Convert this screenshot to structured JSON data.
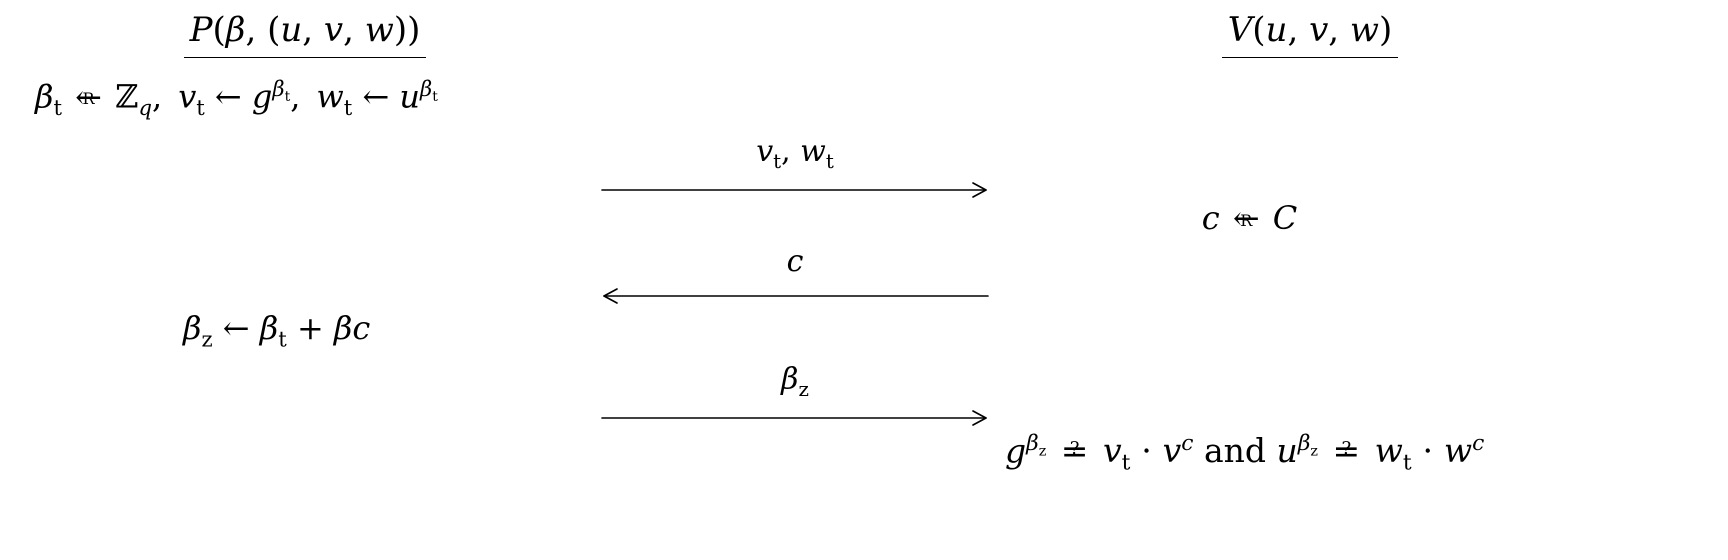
{
  "page": {
    "background_color": "#ffffff",
    "ink_color": "#000000",
    "description": "Sigma-protocol message flow between prover P and verifier V"
  },
  "prover": {
    "header_html": "<i>P</i>(<i>&#946;</i>, (<i>u</i>, <i>v</i>, <i>w</i>))",
    "commit_html": "<i>&#946;</i><sub>t</sub> <span class='xarr'>&#8592;<span class='note'>R</span></span> &#8484;<sub><i>q</i></sub>,&ensp;<i>v</i><sub>t</sub> &#8592; <i>g</i><sup><i>&#946;</i><sub>t</sub></sup>,&ensp;<i>w</i><sub>t</sub> &#8592; <i>u</i><sup><i>&#946;</i><sub>t</sub></sup>",
    "response_html": "<i>&#946;</i><sub>z</sub> &#8592; <i>&#946;</i><sub>t</sub> + <i>&#946;c</i>"
  },
  "verifier": {
    "header_html": "<i>V</i>(<i>u</i>, <i>v</i>, <i>w</i>)",
    "challenge_html": "<i>c</i> <span class='xarr'>&#8592;<span class='note'>R</span></span> <i>C</i>",
    "check_html": "<i>g</i><sup><i>&#946;</i><sub>z</sub></sup> <span class='qeq'>=<span class='q'>?</span></span> <i>v</i><sub>t</sub> &#8901; <i>v</i><sup><i>c</i></sup> and <i>u</i><sup><i>&#946;</i><sub>z</sub></sup> <span class='qeq'>=<span class='q'>?</span></span> <i>w</i><sub>t</sub> &#8901; <i>w</i><sup><i>c</i></sup>"
  },
  "messages": [
    {
      "name": "commitment",
      "direction": "right",
      "label_html": "<i>v</i><sub>t</sub>, <i>w</i><sub>t</sub>"
    },
    {
      "name": "challenge",
      "direction": "left",
      "label_html": "<i>c</i>"
    },
    {
      "name": "response",
      "direction": "right",
      "label_html": "<i>&#946;</i><sub>z</sub>"
    }
  ]
}
